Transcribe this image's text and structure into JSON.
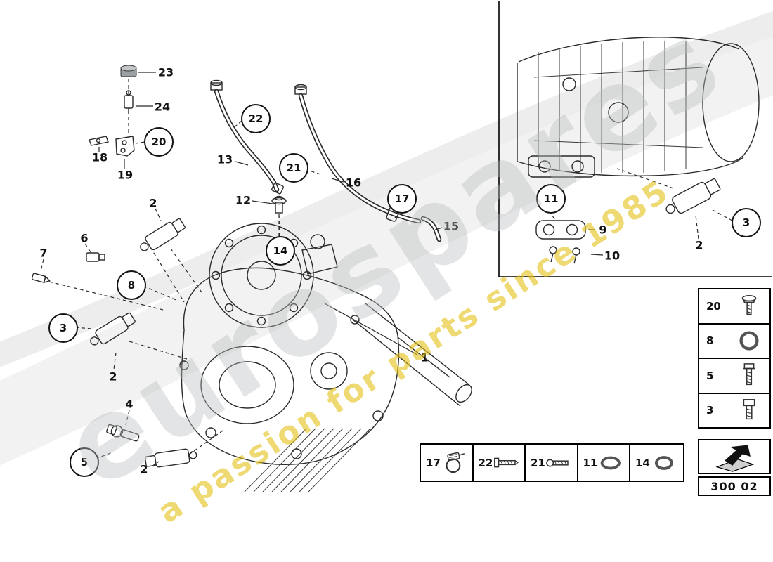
{
  "watermark": {
    "brand": "eurospares",
    "tagline": "a passion for parts since 1985"
  },
  "callouts": {
    "circled": [
      "20",
      "22",
      "21",
      "17",
      "14",
      "8",
      "3",
      "5",
      "11",
      "3"
    ],
    "plain": [
      "23",
      "24",
      "18",
      "19",
      "13",
      "16",
      "12",
      "15",
      "2",
      "6",
      "7",
      "2",
      "4",
      "2",
      "1",
      "9",
      "10",
      "2"
    ]
  },
  "side_table": {
    "rows": [
      {
        "num": "20",
        "icon": "screw-icon"
      },
      {
        "num": "8",
        "icon": "o-ring-icon"
      },
      {
        "num": "5",
        "icon": "bolt-icon"
      },
      {
        "num": "3",
        "icon": "bolt-icon"
      }
    ]
  },
  "bottom_table": {
    "cells": [
      {
        "num": "17",
        "icon": "hose-clamp-icon"
      },
      {
        "num": "22",
        "icon": "screw-icon"
      },
      {
        "num": "21",
        "icon": "screw-icon"
      },
      {
        "num": "11",
        "icon": "o-ring-icon"
      },
      {
        "num": "14",
        "icon": "o-ring-icon"
      }
    ]
  },
  "code_box": {
    "code": "300 02"
  }
}
